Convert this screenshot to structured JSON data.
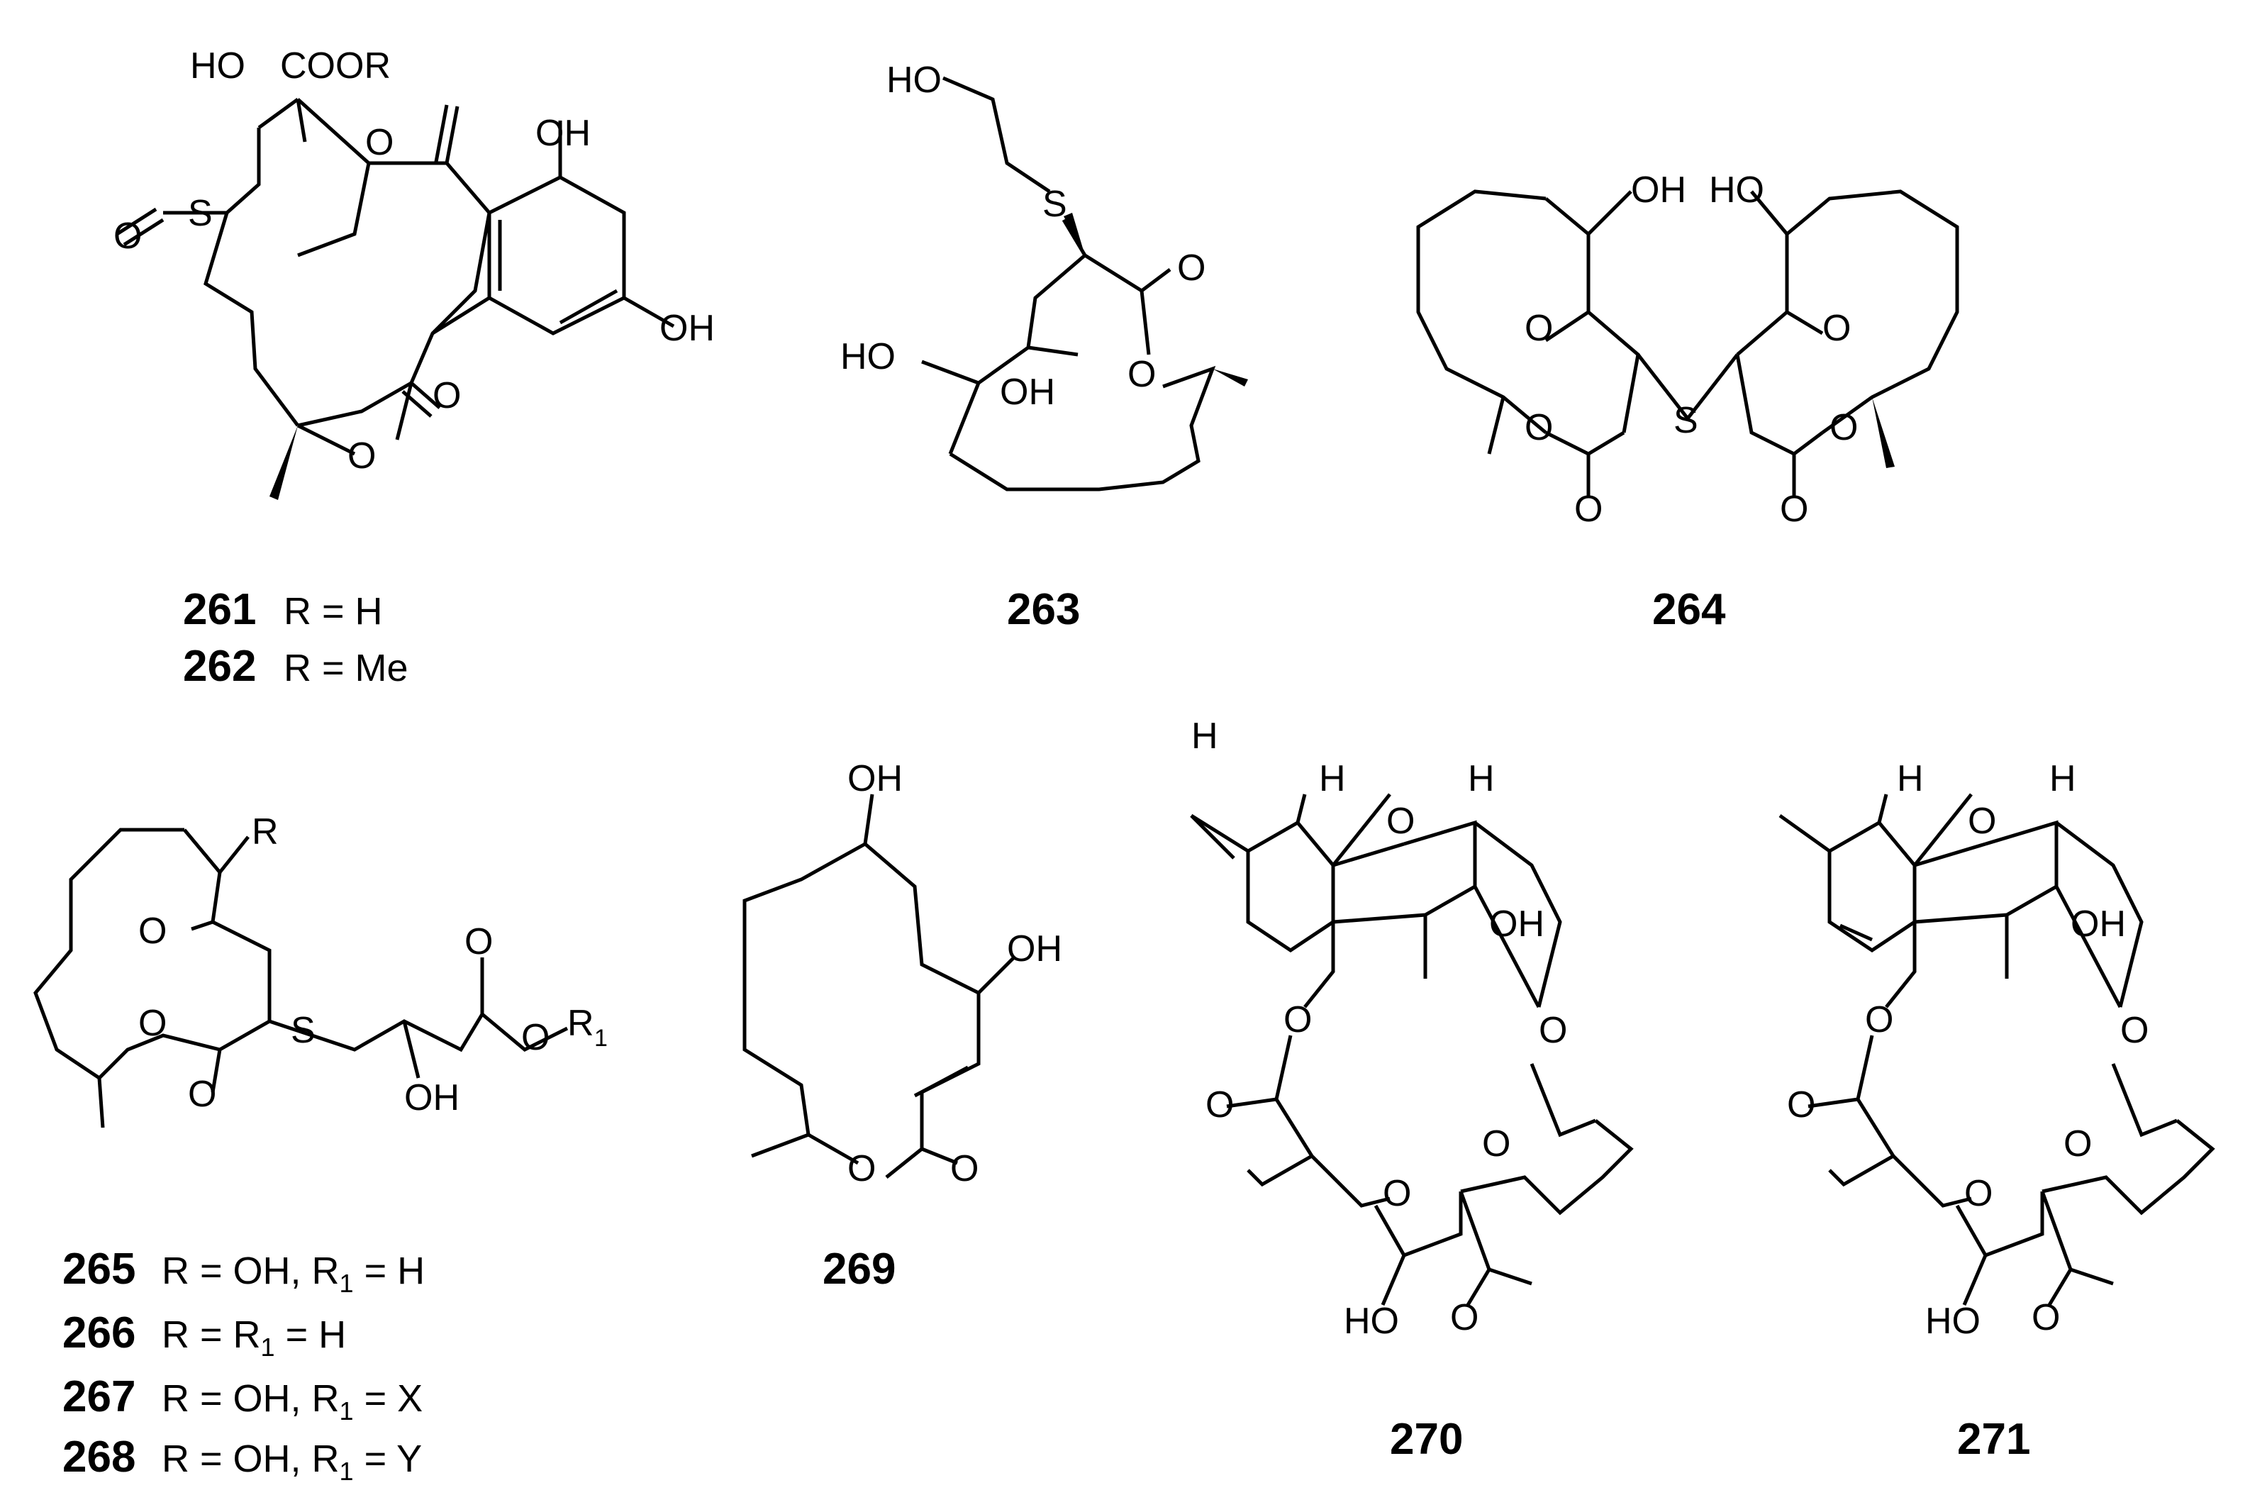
{
  "figure": {
    "compounds": [
      {
        "id": "261",
        "label": "261",
        "substituent": "R = H"
      },
      {
        "id": "262",
        "label": "262",
        "substituent": "R = Me"
      },
      {
        "id": "263",
        "label": "263"
      },
      {
        "id": "264",
        "label": "264"
      },
      {
        "id": "265",
        "label": "265",
        "substituent": "R = OH, R",
        "sub1": "1",
        "tail": " = H"
      },
      {
        "id": "266",
        "label": "266",
        "substituent": "R = R",
        "sub1": "1",
        "tail": " = H"
      },
      {
        "id": "267",
        "label": "267",
        "substituent": "R = OH, R",
        "sub1": "1",
        "tail": " = X"
      },
      {
        "id": "268",
        "label": "268",
        "substituent": "R = OH, R",
        "sub1": "1",
        "tail": " = Y"
      },
      {
        "id": "269",
        "label": "269"
      },
      {
        "id": "270",
        "label": "270"
      },
      {
        "id": "271",
        "label": "271"
      }
    ],
    "atom_labels": {
      "ho": "HO",
      "oh": "OH",
      "cooR": "COOR",
      "o": "O",
      "s": "S",
      "os": "O=S",
      "h": "H",
      "r": "R",
      "r1": "R",
      "r1sub": "1",
      "oR1": "O"
    }
  }
}
